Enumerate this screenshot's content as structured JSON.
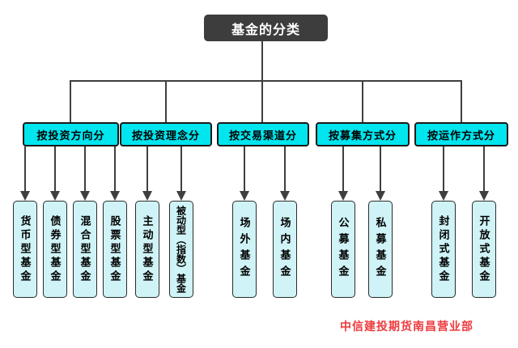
{
  "title": "基金的分类",
  "footer": "中信建投期货南昌营业部",
  "colors": {
    "root_box_fill": "#3d3d3d",
    "root_box_text": "#ffffff",
    "category_fill": "#00e5ee",
    "leaf_fill": "#cff3f6",
    "box_border": "#1a1a1a",
    "connector_line": "#3f3f3f",
    "footer_text": "#ed3a3d",
    "background": "#ffffff"
  },
  "categories": [
    {
      "label": "按投资方向分",
      "children": [
        "货币型基金",
        "债券型基金",
        "混合型基金",
        "股票型基金"
      ]
    },
    {
      "label": "按投资理念分",
      "children": [
        "主动型基金",
        "被动型（指数）基金"
      ]
    },
    {
      "label": "按交易渠道分",
      "children": [
        "场外基金",
        "场内基金"
      ]
    },
    {
      "label": "按募集方式分",
      "children": [
        "公募基金",
        "私募基金"
      ]
    },
    {
      "label": "按运作方式分",
      "children": [
        "封闭式基金",
        "开放式基金"
      ]
    }
  ]
}
